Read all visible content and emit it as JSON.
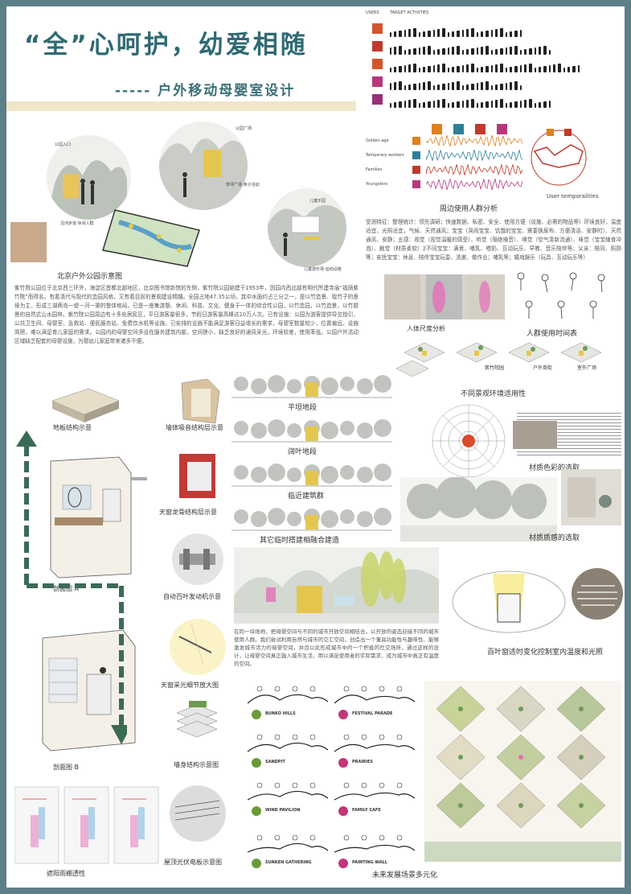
{
  "title": "“全”心呵护，幼爱相随",
  "subtitle": "----- 户外移动母婴室设计",
  "map_section": {
    "caption": "北京户外公园示意图",
    "callouts": [
      "公园入口",
      "公园广场",
      "草坪广场\n亲子活动",
      "儿童游乐场\n运动设施",
      "沿河步道\n休闲人群",
      "儿童乐园"
    ]
  },
  "user_chart": {
    "header_left": "USERS",
    "header_right": "TARGET ACTIVITIES",
    "rows": [
      {
        "color": "#d2552c"
      },
      {
        "color": "#c0392b"
      },
      {
        "color": "#d2552c"
      },
      {
        "color": "#b5397a"
      },
      {
        "color": "#9a2f7a"
      }
    ]
  },
  "temporality": {
    "rows": [
      "Golden age",
      "Temporary workers",
      "Families",
      "Youngsters"
    ],
    "label": "User temporalities",
    "icon_colors": [
      "#e0801f",
      "#2f7f9a",
      "#c0392b",
      "#b5397a"
    ],
    "caption": "周边使用人群分析"
  },
  "analysis_text": "受测特征：整理统计：领先调研；快速数据、私密、安全、使用方便（设施、必需的物品等）环境良好，温度适宜，光照适宜，气候、天然通风；宝宝（哭闹宝宝、饥饿的宝宝、需要换尿布、方便清洁、安静时）、天然通风、安静；五感：视觉（视觉温暖的感受）、听觉（隔绝噪音）、嗅觉（空气清新流通）、味觉（宝宝辅食冲泡）、触觉（材质柔软）2不同宝宝：满意、哺乳、喂奶、互动玩乐、早教、音乐陪伴等；父亲：陪同、照顾等；安抚宝宝：休息、陪伴宝宝玩耍、洗漱、做作业；哺乳等；嬉戏娱乐（玩具、互动玩乐等）",
  "intro_text": "紫竹院公园位于北京西三环外，海淀区首都北部地区，北京图书馆新馆的东侧，紫竹院公园始建于1953年，因园内西北部有明代所建寺庙“福荫紫竹院”而得名。有着清代与现代的造园风格，又有着目前的景观建设精髓。全园占地47.35公顷，其中水面约占三分之一，是以竹造景、取竹子的意境为主，形成三湖两岛一堤一河一渠的整体格局。已是一座集游憩、休闲、科普、文化、健身于一体的综合性公园，以竹造园，以竹造景，以竹题景的自然式山水园林。紫竹院公园周边有十多处居民区，平日游客量很多，节假日游客量高峰达10万人次。已有设施：公园为游客提供导览指引、公共卫生间、母婴室、急救站、便民服务站、免费饮水机等设施，已安排的设施不能满足游客日益增长的需求，母婴室数量较少，位置偏远，设施简陋，难以满足育儿家庭的需求。公园内的母婴空间多设在服务建筑内部，空间狭小，缺乏良好的通风采光，环境较差，使用率低。公园户外活动区域缺乏配套的母婴设施，为婴幼儿家庭带来诸多不便。",
  "body_measure": {
    "caption": "人体尺度分析"
  },
  "time_cycle": {
    "caption": "人群使用时间表"
  },
  "scenes": {
    "labels": [
      "紫竹院园",
      "户外商街",
      "室外广场"
    ],
    "caption": "不同景观环境适用性"
  },
  "sections": [
    "平坦地段",
    "阔叶地段",
    "临近建筑群",
    "其它临时搭建相融合建造"
  ],
  "material_labels": [
    "材质色彩的选取",
    "材质质感的选取"
  ],
  "details": {
    "left_col": [
      "地板结构示意",
      "剖面图 A",
      "剖面图 B",
      "遮阳雨棚透性"
    ],
    "right_col": [
      "墙体吸音结构层示意",
      "天窗龙骨结构层示意",
      "自动百叶发动机示意",
      "天窗采光细节放大图",
      "墙身结构示意图",
      "屋顶光伏电板示意图"
    ]
  },
  "render_text": "在同一块场地，把母婴空间与不同的城市开放空间相结合，以开放的姿态迎接不同的城市使用人群。我们尝试利用自然与城市的交汇空间，创造出一个兼具功能性与趣味性、能够激发城市活力的母婴空间，并且以此形成城市中的一个积极的社交场所，通过这样的设计，让母婴空间真正融入城市生活，用以满足使用者的实际需求，成为城市中真正有温度的空间。",
  "louver_caption": "百叶窗适时变化控制室内温度和光照",
  "scenarios": {
    "left": [
      "BUNKO HILLS",
      "SANDPIT",
      "WIND PAVILION",
      "SUNKEN GATHERING"
    ],
    "right": [
      "FESTIVAL PARADE",
      "PRAIRIES",
      "FAMILY CAFE",
      "PAINTING WALL"
    ],
    "left_color": "#6a9a3a",
    "right_color": "#c2367a"
  },
  "future_caption": "未来发展场景多元化",
  "colors": {
    "frame": "#5d7f88",
    "title": "#2f6a73",
    "band": "#f0e6c8",
    "arrow": "#3b6b55"
  }
}
